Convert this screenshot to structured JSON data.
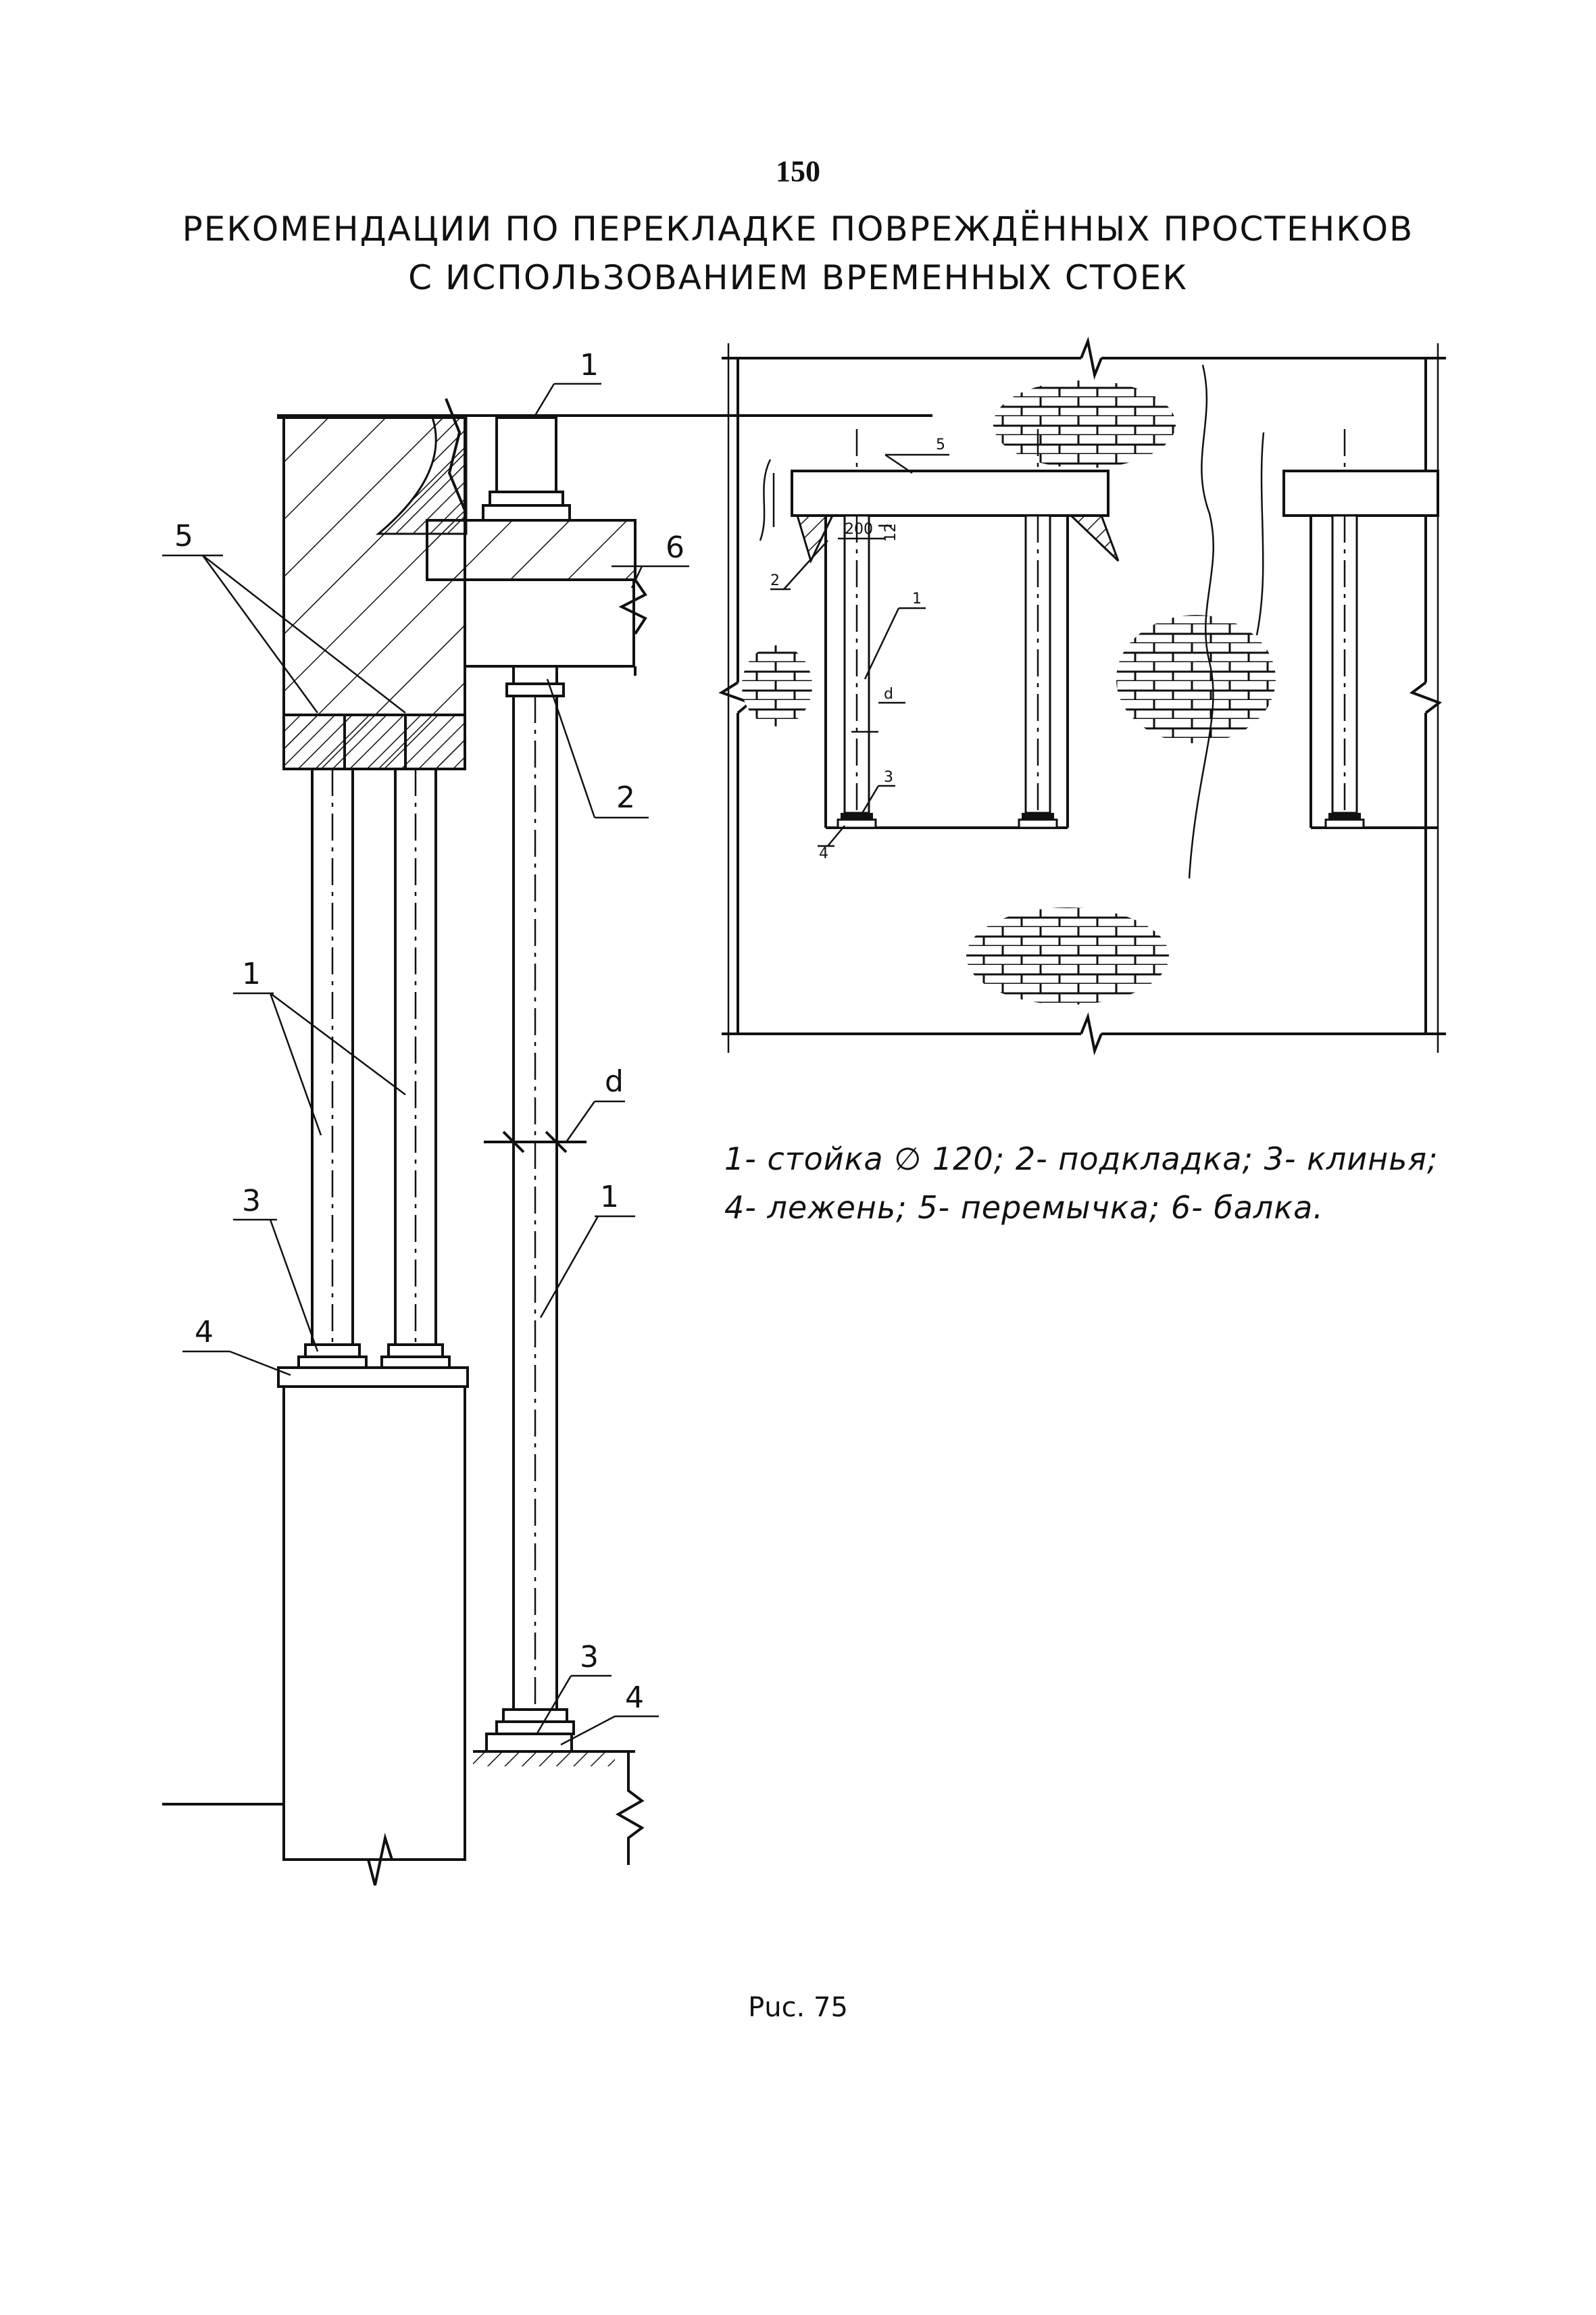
{
  "page": {
    "number": "150"
  },
  "title": {
    "line1": "РЕКОМЕНДАЦИИ ПО ПЕРЕКЛАДКЕ ПОВРЕЖДЁННЫХ ПРОСТЕНКОВ",
    "line2": "С ИСПОЛЬЗОВАНИЕМ ВРЕМЕННЫХ СТОЕК"
  },
  "legend": {
    "line1": "1- стойка ∅ 120; 2- подкладка; 3- клинья;",
    "line2": "4- лежень; 5- перемычка; 6- балка."
  },
  "callouts": {
    "n1": "1",
    "n2": "2",
    "n3": "3",
    "n4": "4",
    "n5": "5",
    "n6": "6",
    "d": "d",
    "dim200": "200",
    "dim12": "12"
  },
  "caption": "Рuc. 75"
}
